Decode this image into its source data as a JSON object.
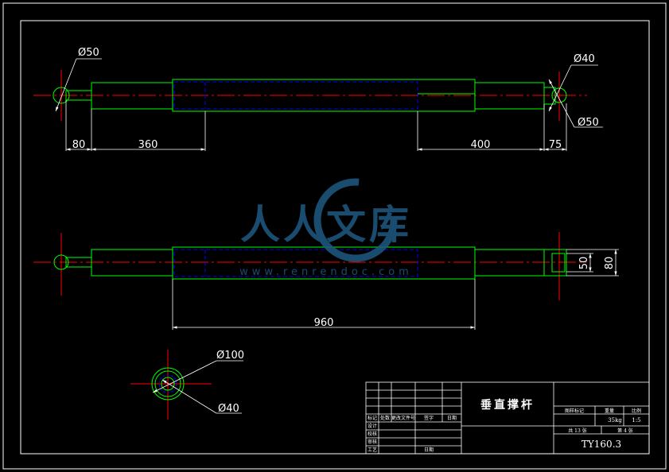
{
  "colors": {
    "background": "#000000",
    "part_outline": "#00ff00",
    "centerline": "#ff0000",
    "hidden": "#0000ff",
    "border": "#ffffff",
    "watermark": "#1e5a82"
  },
  "top_view": {
    "dims": {
      "dia_left": "Ø50",
      "dia_right_small": "Ø40",
      "dia_right_large": "Ø50",
      "d80": "80",
      "d360": "360",
      "d400": "400",
      "d75": "75"
    }
  },
  "front_view": {
    "dims": {
      "d960": "960",
      "d50": "50",
      "d80": "80"
    }
  },
  "section_view": {
    "dims": {
      "dia_outer": "Ø100",
      "dia_inner": "Ø40"
    }
  },
  "watermark": {
    "text": "人人文库",
    "url": "www.renrendoc.com"
  },
  "title_block": {
    "part_name": "垂直撑杆",
    "drawing_number": "TY160.3",
    "rev_headers": [
      "标记",
      "处数",
      "更改文件号",
      "签字",
      "日期"
    ],
    "role_labels": [
      "设计",
      "校核",
      "审核",
      "工艺"
    ],
    "approve_label": "日期",
    "stage_label": "图样标记",
    "weight_label": "重量",
    "scale_label": "比例",
    "weight_value": "35kg",
    "scale_value": "1:5",
    "sheets_total": "共 13 张",
    "sheet_no": "第 4 张"
  }
}
